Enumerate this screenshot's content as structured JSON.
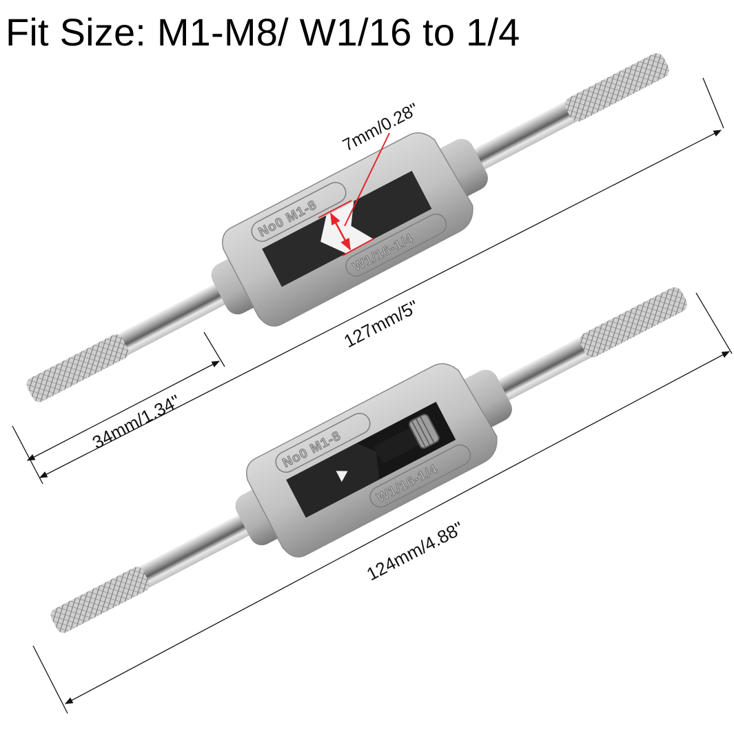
{
  "headline": "Fit Size: M1-M8/ W1/16 to 1/4",
  "tools": [
    {
      "name": "tap wrench (top)",
      "body_label_top": "No0 M1-8",
      "body_label_bottom": "W1/16-1/4",
      "dimensions": {
        "overall_length": "127mm/5\"",
        "handle_length": "34mm/1.34\"",
        "jaw_opening": "7mm/0.28\""
      }
    },
    {
      "name": "tap wrench (bottom)",
      "body_label_top": "No0 M1-8",
      "body_label_bottom": "W1/16-1/4",
      "dimensions": {
        "overall_length": "124mm/4.88\""
      }
    }
  ],
  "colors": {
    "metal_light": "#e8e8e8",
    "metal_mid": "#bdbdbd",
    "metal_dark": "#7c7c7c",
    "jaw": "#1c1c1c",
    "dimension_line": "#111111",
    "highlight_red": "#e3262b"
  }
}
